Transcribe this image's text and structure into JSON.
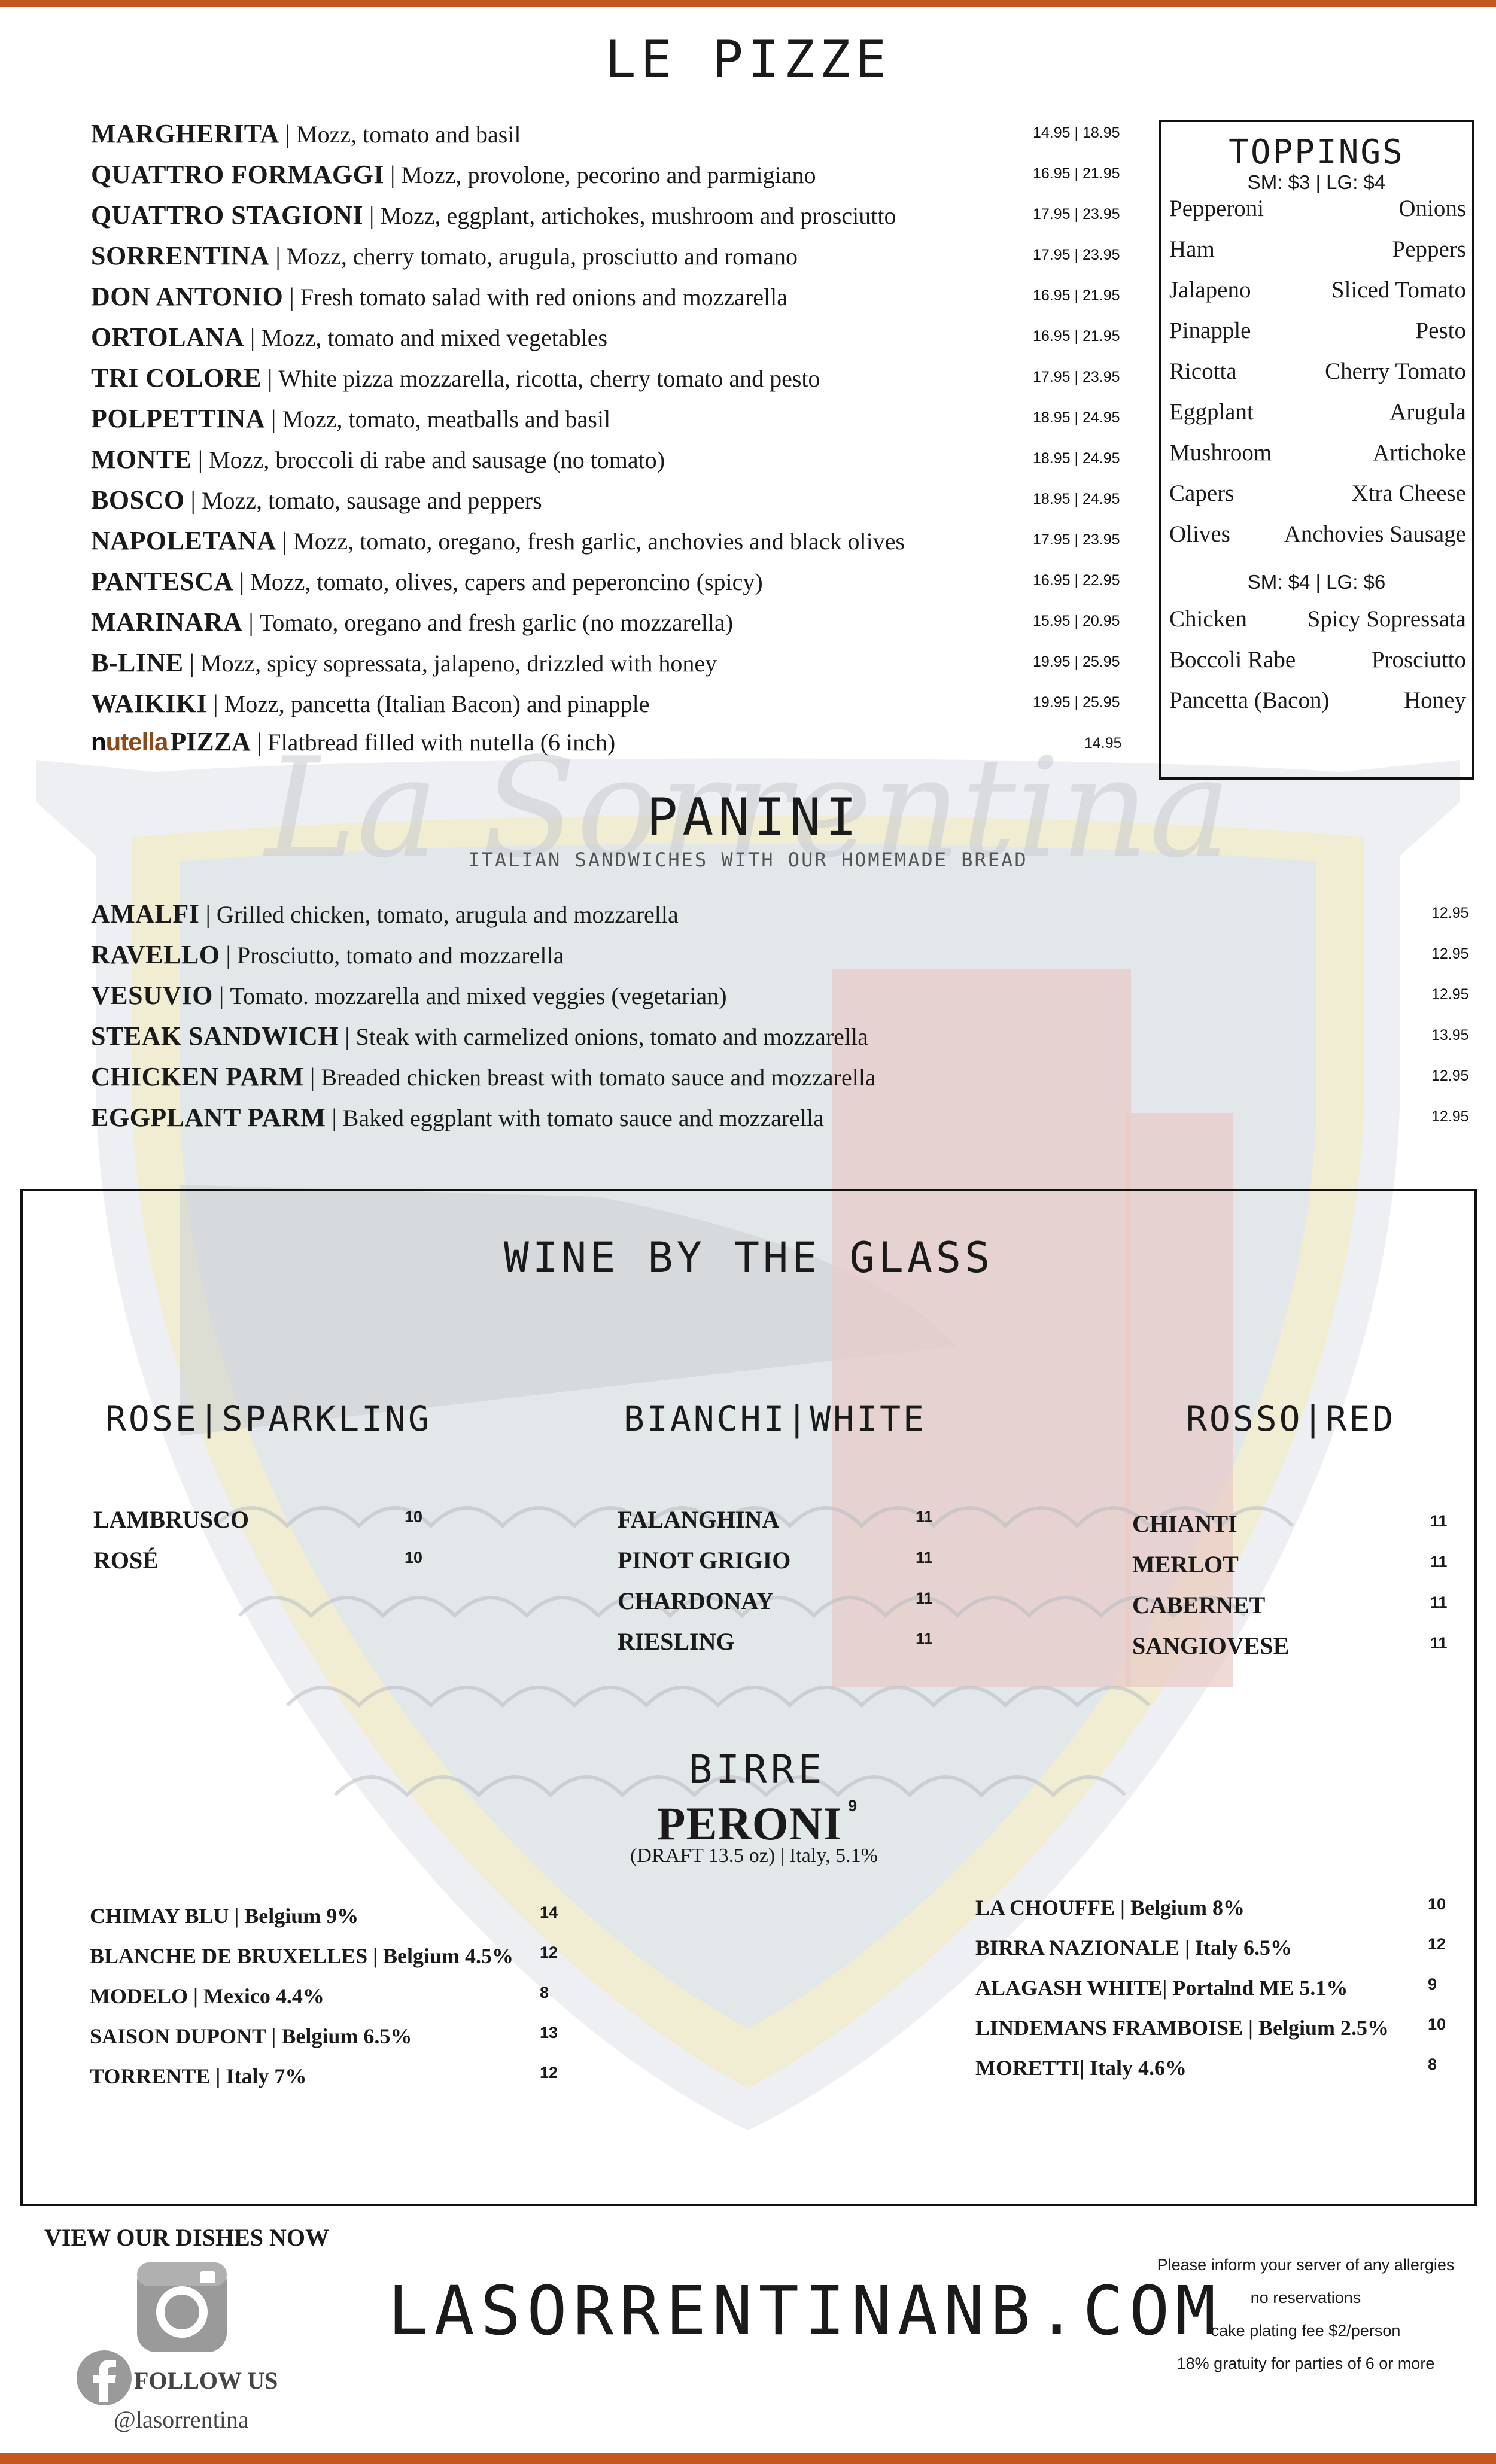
{
  "colors": {
    "accent_bar": "#c4581e",
    "watermark_yellow": "#efe8b8",
    "watermark_blue": "#d6dfee",
    "watermark_red": "#e8cbc6",
    "watermark_gray": "#d9d9d9"
  },
  "pizza": {
    "title": "LE PIZZE",
    "items": [
      {
        "name": "MARGHERITA",
        "desc": "Mozz, tomato and basil",
        "price": "14.95 | 18.95"
      },
      {
        "name": "QUATTRO FORMAGGI",
        "desc": "Mozz, provolone, pecorino and parmigiano",
        "price": "16.95 | 21.95"
      },
      {
        "name": "QUATTRO STAGIONI",
        "desc": "Mozz, eggplant, artichokes, mushroom and prosciutto",
        "price": "17.95 | 23.95"
      },
      {
        "name": "SORRENTINA",
        "desc": "Mozz, cherry tomato, arugula, prosciutto and romano",
        "price": "17.95 | 23.95"
      },
      {
        "name": "DON ANTONIO",
        "desc": "Fresh tomato salad with red onions and mozzarella",
        "price": "16.95 | 21.95"
      },
      {
        "name": "ORTOLANA",
        "desc": "Mozz, tomato and mixed vegetables",
        "price": "16.95 | 21.95"
      },
      {
        "name": "TRI COLORE",
        "desc": "White pizza mozzarella, ricotta, cherry tomato and pesto",
        "price": "17.95 | 23.95"
      },
      {
        "name": "POLPETTINA",
        "desc": "Mozz, tomato, meatballs and basil",
        "price": "18.95 | 24.95"
      },
      {
        "name": "MONTE",
        "desc": "Mozz, broccoli di rabe and sausage (no tomato)",
        "price": "18.95 | 24.95"
      },
      {
        "name": "BOSCO",
        "desc": "Mozz, tomato, sausage and peppers",
        "price": "18.95 | 24.95"
      },
      {
        "name": "NAPOLETANA",
        "desc": "Mozz, tomato, oregano, fresh garlic, anchovies and black olives",
        "price": "17.95 | 23.95"
      },
      {
        "name": "PANTESCA",
        "desc": "Mozz, tomato, olives, capers and peperoncino (spicy)",
        "price": "16.95 | 22.95"
      },
      {
        "name": "MARINARA",
        "desc": "Tomato, oregano and fresh garlic (no mozzarella)",
        "price": "15.95 | 20.95"
      },
      {
        "name": "B-LINE",
        "desc": "Mozz, spicy sopressata, jalapeno, drizzled with honey",
        "price": "19.95 | 25.95"
      },
      {
        "name": "WAIKIKI",
        "desc": "Mozz, pancetta (Italian Bacon) and pinapple",
        "price": "19.95 | 25.95"
      }
    ],
    "nutella": {
      "logo": "nutella",
      "name": "PIZZA",
      "desc": "Flatbread filled with nutella (6 inch)",
      "price": "14.95"
    }
  },
  "toppings": {
    "title": "TOPPINGS",
    "price1": "SM: $3 | LG: $4",
    "group1": [
      [
        "Pepperoni",
        "Onions"
      ],
      [
        "Ham",
        "Peppers"
      ],
      [
        "Jalapeno",
        "Sliced Tomato"
      ],
      [
        "Pinapple",
        "Pesto"
      ],
      [
        "Ricotta",
        "Cherry Tomato"
      ],
      [
        "Eggplant",
        "Arugula"
      ],
      [
        "Mushroom",
        "Artichoke"
      ],
      [
        "Capers",
        "Xtra Cheese"
      ],
      [
        "Olives",
        "Anchovies Sausage"
      ]
    ],
    "price2": "SM: $4 | LG: $6",
    "group2": [
      [
        "Chicken",
        "Spicy Sopressata"
      ],
      [
        "Boccoli Rabe",
        "Prosciutto"
      ],
      [
        "Pancetta (Bacon)",
        "Honey"
      ]
    ]
  },
  "panini": {
    "title": "PANINI",
    "subtitle": "ITALIAN SANDWICHES WITH OUR HOMEMADE BREAD",
    "items": [
      {
        "name": "AMALFI",
        "desc": "Grilled chicken, tomato, arugula and mozzarella",
        "price": "12.95"
      },
      {
        "name": "RAVELLO",
        "desc": "Prosciutto, tomato and mozzarella",
        "price": "12.95"
      },
      {
        "name": "VESUVIO",
        "desc": "Tomato. mozzarella and mixed veggies (vegetarian)",
        "price": "12.95"
      },
      {
        "name": "STEAK SANDWICH",
        "desc": "Steak with carmelized onions, tomato and mozzarella",
        "price": "13.95"
      },
      {
        "name": "CHICKEN PARM",
        "desc": "Breaded chicken breast with tomato sauce and mozzarella",
        "price": "12.95"
      },
      {
        "name": "EGGPLANT PARM",
        "desc": "Baked eggplant with tomato sauce and mozzarella",
        "price": "12.95"
      }
    ]
  },
  "wine": {
    "title": "WINE BY THE GLASS",
    "columns": [
      {
        "heading": "ROSE|SPARKLING",
        "items": [
          {
            "name": "LAMBRUSCO",
            "price": "10"
          },
          {
            "name": "ROSÉ",
            "price": "10"
          }
        ]
      },
      {
        "heading": "BIANCHI|WHITE",
        "items": [
          {
            "name": "FALANGHINA",
            "price": "11"
          },
          {
            "name": "PINOT GRIGIO",
            "price": "11"
          },
          {
            "name": "CHARDONAY",
            "price": "11"
          },
          {
            "name": "RIESLING",
            "price": "11"
          }
        ]
      },
      {
        "heading": "ROSSO|RED",
        "items": [
          {
            "name": "CHIANTI",
            "price": "11"
          },
          {
            "name": "MERLOT",
            "price": "11"
          },
          {
            "name": "CABERNET",
            "price": "11"
          },
          {
            "name": "SANGIOVESE",
            "price": "11"
          }
        ]
      }
    ]
  },
  "beer": {
    "title": "BIRRE",
    "peroni": {
      "name": "PERONI",
      "price": "9",
      "detail": "(DRAFT 13.5 oz) | Italy, 5.1%"
    },
    "left": [
      {
        "name": "CHIMAY BLU | Belgium 9%",
        "price": "14"
      },
      {
        "name": "BLANCHE DE BRUXELLES | Belgium 4.5%",
        "price": "12"
      },
      {
        "name": "MODELO | Mexico 4.4%",
        "price": "8"
      },
      {
        "name": "SAISON DUPONT | Belgium 6.5%",
        "price": "13"
      },
      {
        "name": "TORRENTE | Italy 7%",
        "price": "12"
      }
    ],
    "right": [
      {
        "name": "LA CHOUFFE | Belgium 8%",
        "price": "10"
      },
      {
        "name": "BIRRA NAZIONALE | Italy 6.5%",
        "price": "12"
      },
      {
        "name": "ALAGASH WHITE| Portalnd ME 5.1%",
        "price": "9"
      },
      {
        "name": "LINDEMANS FRAMBOISE | Belgium 2.5%",
        "price": "10"
      },
      {
        "name": "MORETTI| Italy 4.6%",
        "price": "8"
      }
    ]
  },
  "footer": {
    "view_dishes": "VIEW OUR DISHES NOW",
    "follow": "FOLLOW US",
    "handle": "@lasorrentina",
    "website": "LASORRENTINANB.COM",
    "notes": [
      "Please inform your server of any allergies",
      "no reservations",
      "cake plating fee $2/person",
      "18% gratuity for parties of 6 or more"
    ]
  },
  "watermark": {
    "script": "La Sorrentina",
    "icons": [
      "shield-crest-icon",
      "tower-icon",
      "waves-icon"
    ]
  }
}
